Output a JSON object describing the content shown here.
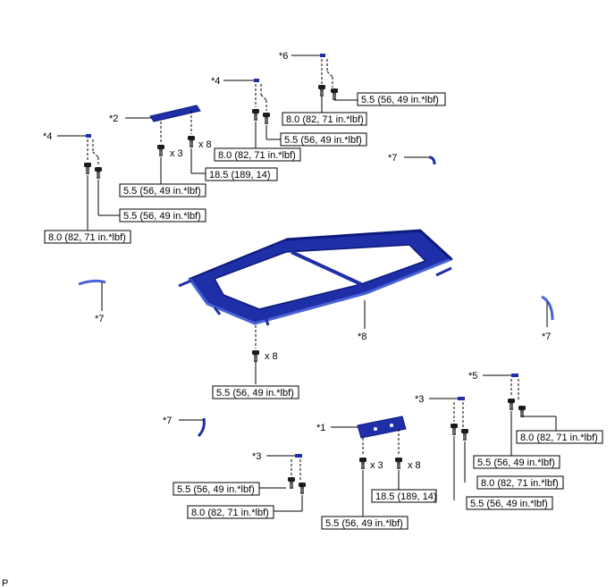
{
  "callouts": {
    "c1": "*1",
    "c2": "*2",
    "c3a": "*3",
    "c3b": "*3",
    "c4a": "*4",
    "c4b": "*4",
    "c5": "*5",
    "c6": "*6",
    "c7a": "*7",
    "c7b": "*7",
    "c7c": "*7",
    "c7d": "*7",
    "c8": "*8"
  },
  "torques": {
    "t_top6_a": "5.5 (56, 49 in.*lbf)",
    "t_top6_b": "8.0 (82, 71 in.*lbf)",
    "t_top4_a": "5.5 (56, 49 in.*lbf)",
    "t_top4_b": "8.0 (82, 71 in.*lbf)",
    "t_2_a": "18.5 (189, 14)",
    "t_2_b": "5.5 (56, 49 in.*lbf)",
    "t_left4_a": "5.5 (56, 49 in.*lbf)",
    "t_left4_b": "8.0 (82, 71 in.*lbf)",
    "t_frame": "5.5 (56, 49 in.*lbf)",
    "t_5_a": "8.0 (82, 71 in.*lbf)",
    "t_5_b": "5.5 (56, 49 in.*lbf)",
    "t_3r_a": "8.0 (82, 71 in.*lbf)",
    "t_3r_b": "5.5 (56, 49 in.*lbf)",
    "t_1_a": "18.5 (189, 14)",
    "t_1_b": "5.5 (56, 49 in.*lbf)",
    "t_3l_a": "5.5 (56, 49 in.*lbf)",
    "t_3l_b": "8.0 (82, 71 in.*lbf)"
  },
  "quantities": {
    "q2_x3": "x 3",
    "q2_x8": "x 8",
    "q_frame_x8": "x 8",
    "q1_x3": "x 3",
    "q1_x8": "x 8"
  },
  "corner_mark": "P",
  "colors": {
    "part_blue": "#1e2fa8",
    "part_dark": "#0d1a7a",
    "part_light": "#4a63d6",
    "bolt": "#222222",
    "line": "#000000"
  }
}
